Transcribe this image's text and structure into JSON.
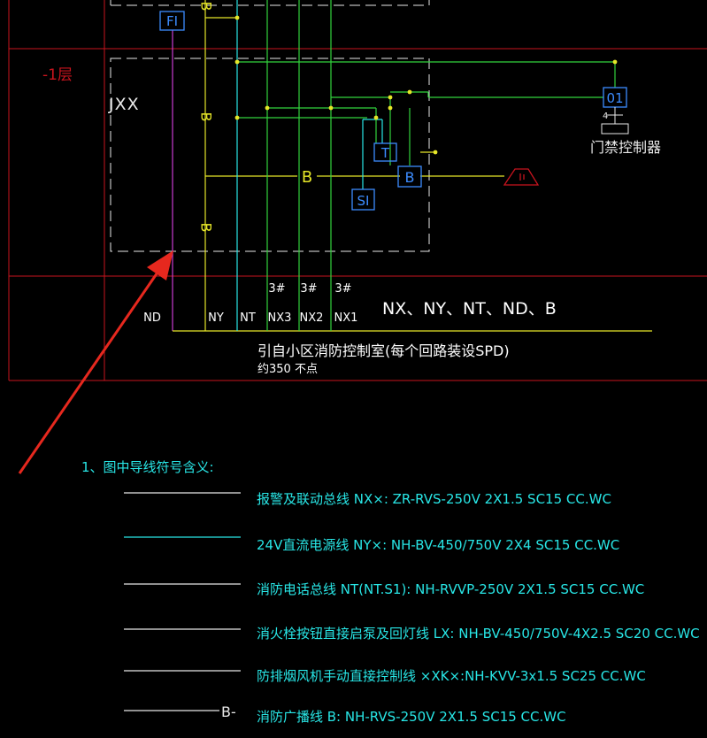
{
  "colors": {
    "background": "#000000",
    "frame_red": "#c8141e",
    "dash_white": "#e8e8e8",
    "wire_yellow": "#e6e628",
    "wire_cyan": "#28e6e6",
    "wire_green": "#32d23c",
    "wire_magenta": "#c83cd2",
    "device_blue": "#3c8cff",
    "text_white": "#ffffff",
    "arrow_red": "#e6281e"
  },
  "diagram": {
    "floor_label": "-1层",
    "box_label": "JXX",
    "devices": {
      "fi": "FI",
      "t": "T",
      "b": "B",
      "si": "SI",
      "d01": "01",
      "d01_count": "4"
    },
    "door_controller_label": "门禁控制器",
    "broadcast_b_marks": [
      "B",
      "B",
      "B",
      "B"
    ],
    "broadcast_line_label": "B",
    "wire_labels": [
      "ND",
      "NY",
      "NT",
      "NX3",
      "NX2",
      "NX1"
    ],
    "loop_counts": [
      "3#",
      "3#",
      "3#"
    ],
    "bus_group_label": "NX、NY、NT、ND、B",
    "source_note": "引自小区消防控制室(每个回路装设SPD)",
    "distance_note": "约350  不点"
  },
  "legend": {
    "title": "1、图中导线符号含义:",
    "items": [
      {
        "text": "报警及联动总线 NX×: ZR-RVS-250V   2X1.5   SC15   CC.WC",
        "marker": ""
      },
      {
        "text": "24V直流电源线 NY×: NH-BV-450/750V   2X4    SC15   CC.WC",
        "marker": ""
      },
      {
        "text": "消防电话总线 NT(NT.S1): NH-RVVP-250V   2X1.5   SC15   CC.WC",
        "marker": ""
      },
      {
        "text": "消火栓按钮直接启泵及回灯线 LX: NH-BV-450/750V-4X2.5   SC20  CC.WC",
        "marker": ""
      },
      {
        "text": "防排烟风机手动直接控制线 ×XK×:NH-KVV-3x1.5   SC25  CC.WC",
        "marker": ""
      },
      {
        "text": "消防广播线 B:   NH-RVS-250V   2X1.5   SC15  CC.WC",
        "marker": "B-"
      }
    ]
  }
}
